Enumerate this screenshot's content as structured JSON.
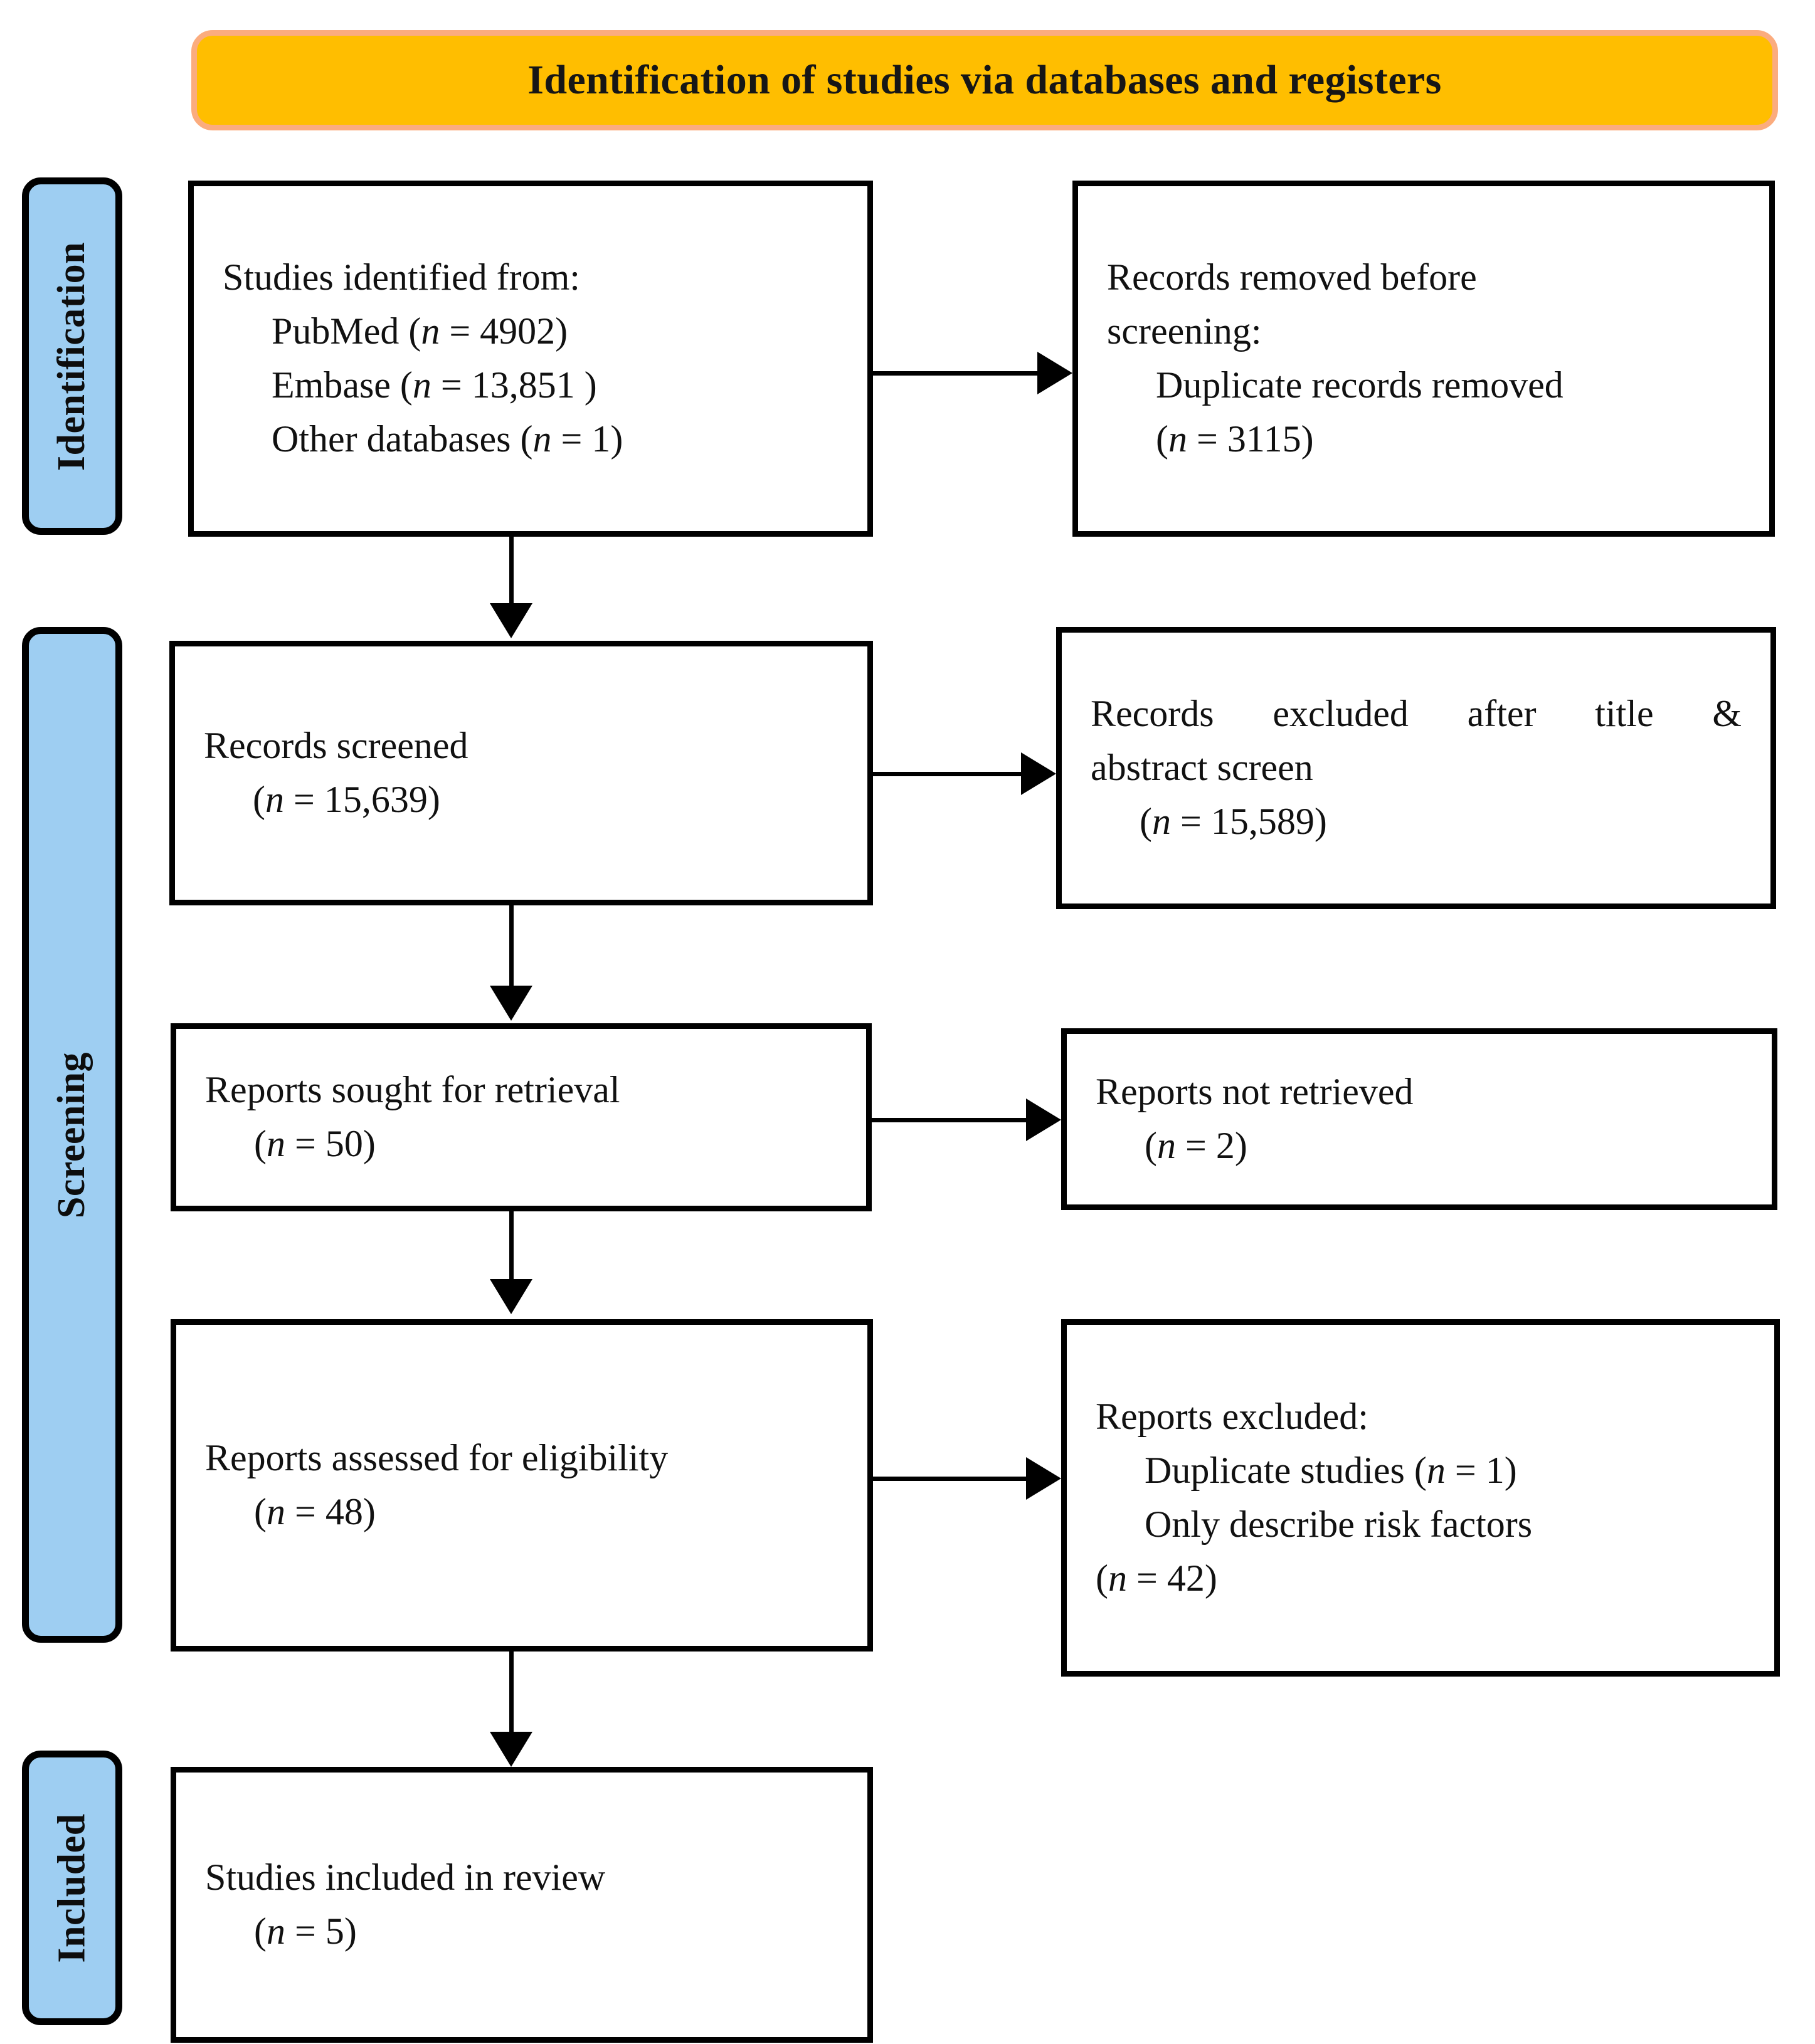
{
  "header": {
    "title": "Identification of studies via databases and registers",
    "fill_color": "#FFBE00",
    "border_color": "#FBAC7E"
  },
  "stages": {
    "fill_color": "#9ECEF2",
    "border_color": "#000000",
    "identification": "Identification",
    "screening": "Screening",
    "included": "Included"
  },
  "boxes": {
    "identified": {
      "line1": "Studies identified from:",
      "line2_label": "PubMed (",
      "line2_n": "n",
      "line2_value": " = 4902)",
      "line3_label": "Embase (",
      "line3_n": "n",
      "line3_value": " = 13,851 )",
      "line4_label": "Other databases (",
      "line4_n": "n",
      "line4_value": " = 1)"
    },
    "removed_before_screening": {
      "line1": "Records removed before",
      "line2": "screening:",
      "line3": "Duplicate records removed",
      "line4_open": "(",
      "line4_n": "n",
      "line4_value": " = 3115)"
    },
    "records_screened": {
      "line1": "Records screened",
      "line2_open": "(",
      "line2_n": "n",
      "line2_value": " = 15,639)"
    },
    "records_excluded": {
      "line1": "Records excluded after title &",
      "line2": "abstract screen",
      "line3_open": "(",
      "line3_n": "n",
      "line3_value": " = 15,589)"
    },
    "reports_sought": {
      "line1": "Reports sought for retrieval",
      "line2_open": "(",
      "line2_n": "n",
      "line2_value": " = 50)"
    },
    "reports_not_retrieved": {
      "line1": "Reports not retrieved",
      "line2_open": "(",
      "line2_n": "n",
      "line2_value": " = 2)"
    },
    "reports_assessed": {
      "line1": "Reports assessed for eligibility",
      "line2_open": "(",
      "line2_n": "n",
      "line2_value": " = 48)"
    },
    "reports_excluded": {
      "line1": "Reports excluded:",
      "line2_label": "Duplicate studies (",
      "line2_n": "n",
      "line2_value": " = 1)",
      "line3": "Only describe risk factors",
      "line4_open": "(",
      "line4_n": "n",
      "line4_value": " = 42)"
    },
    "studies_included": {
      "line1": "Studies included in review",
      "line2_open": "(",
      "line2_n": "n",
      "line2_value": " = 5)"
    }
  },
  "chart_data": {
    "type": "diagram",
    "title": "Identification of studies via databases and registers",
    "nodes": [
      {
        "id": "identified",
        "stage": "Identification",
        "label": "Studies identified from",
        "counts": {
          "PubMed": 4902,
          "Embase": 13851,
          "Other databases": 1
        }
      },
      {
        "id": "removed",
        "stage": "Identification",
        "label": "Records removed before screening: Duplicate records removed",
        "n": 3115
      },
      {
        "id": "screened",
        "stage": "Screening",
        "label": "Records screened",
        "n": 15639
      },
      {
        "id": "excluded_ta",
        "stage": "Screening",
        "label": "Records excluded after title & abstract screen",
        "n": 15589
      },
      {
        "id": "sought",
        "stage": "Screening",
        "label": "Reports sought for retrieval",
        "n": 50
      },
      {
        "id": "not_retrieved",
        "stage": "Screening",
        "label": "Reports not retrieved",
        "n": 2
      },
      {
        "id": "assessed",
        "stage": "Screening",
        "label": "Reports assessed for eligibility",
        "n": 48
      },
      {
        "id": "reports_excluded",
        "stage": "Screening",
        "label": "Reports excluded",
        "counts": {
          "Duplicate studies": 1,
          "Only describe risk factors": 42
        }
      },
      {
        "id": "included",
        "stage": "Included",
        "label": "Studies included in review",
        "n": 5
      }
    ],
    "edges": [
      {
        "from": "identified",
        "to": "removed",
        "direction": "right"
      },
      {
        "from": "identified",
        "to": "screened",
        "direction": "down"
      },
      {
        "from": "screened",
        "to": "excluded_ta",
        "direction": "right"
      },
      {
        "from": "screened",
        "to": "sought",
        "direction": "down"
      },
      {
        "from": "sought",
        "to": "not_retrieved",
        "direction": "right"
      },
      {
        "from": "sought",
        "to": "assessed",
        "direction": "down"
      },
      {
        "from": "assessed",
        "to": "reports_excluded",
        "direction": "right"
      },
      {
        "from": "assessed",
        "to": "included",
        "direction": "down"
      }
    ]
  }
}
